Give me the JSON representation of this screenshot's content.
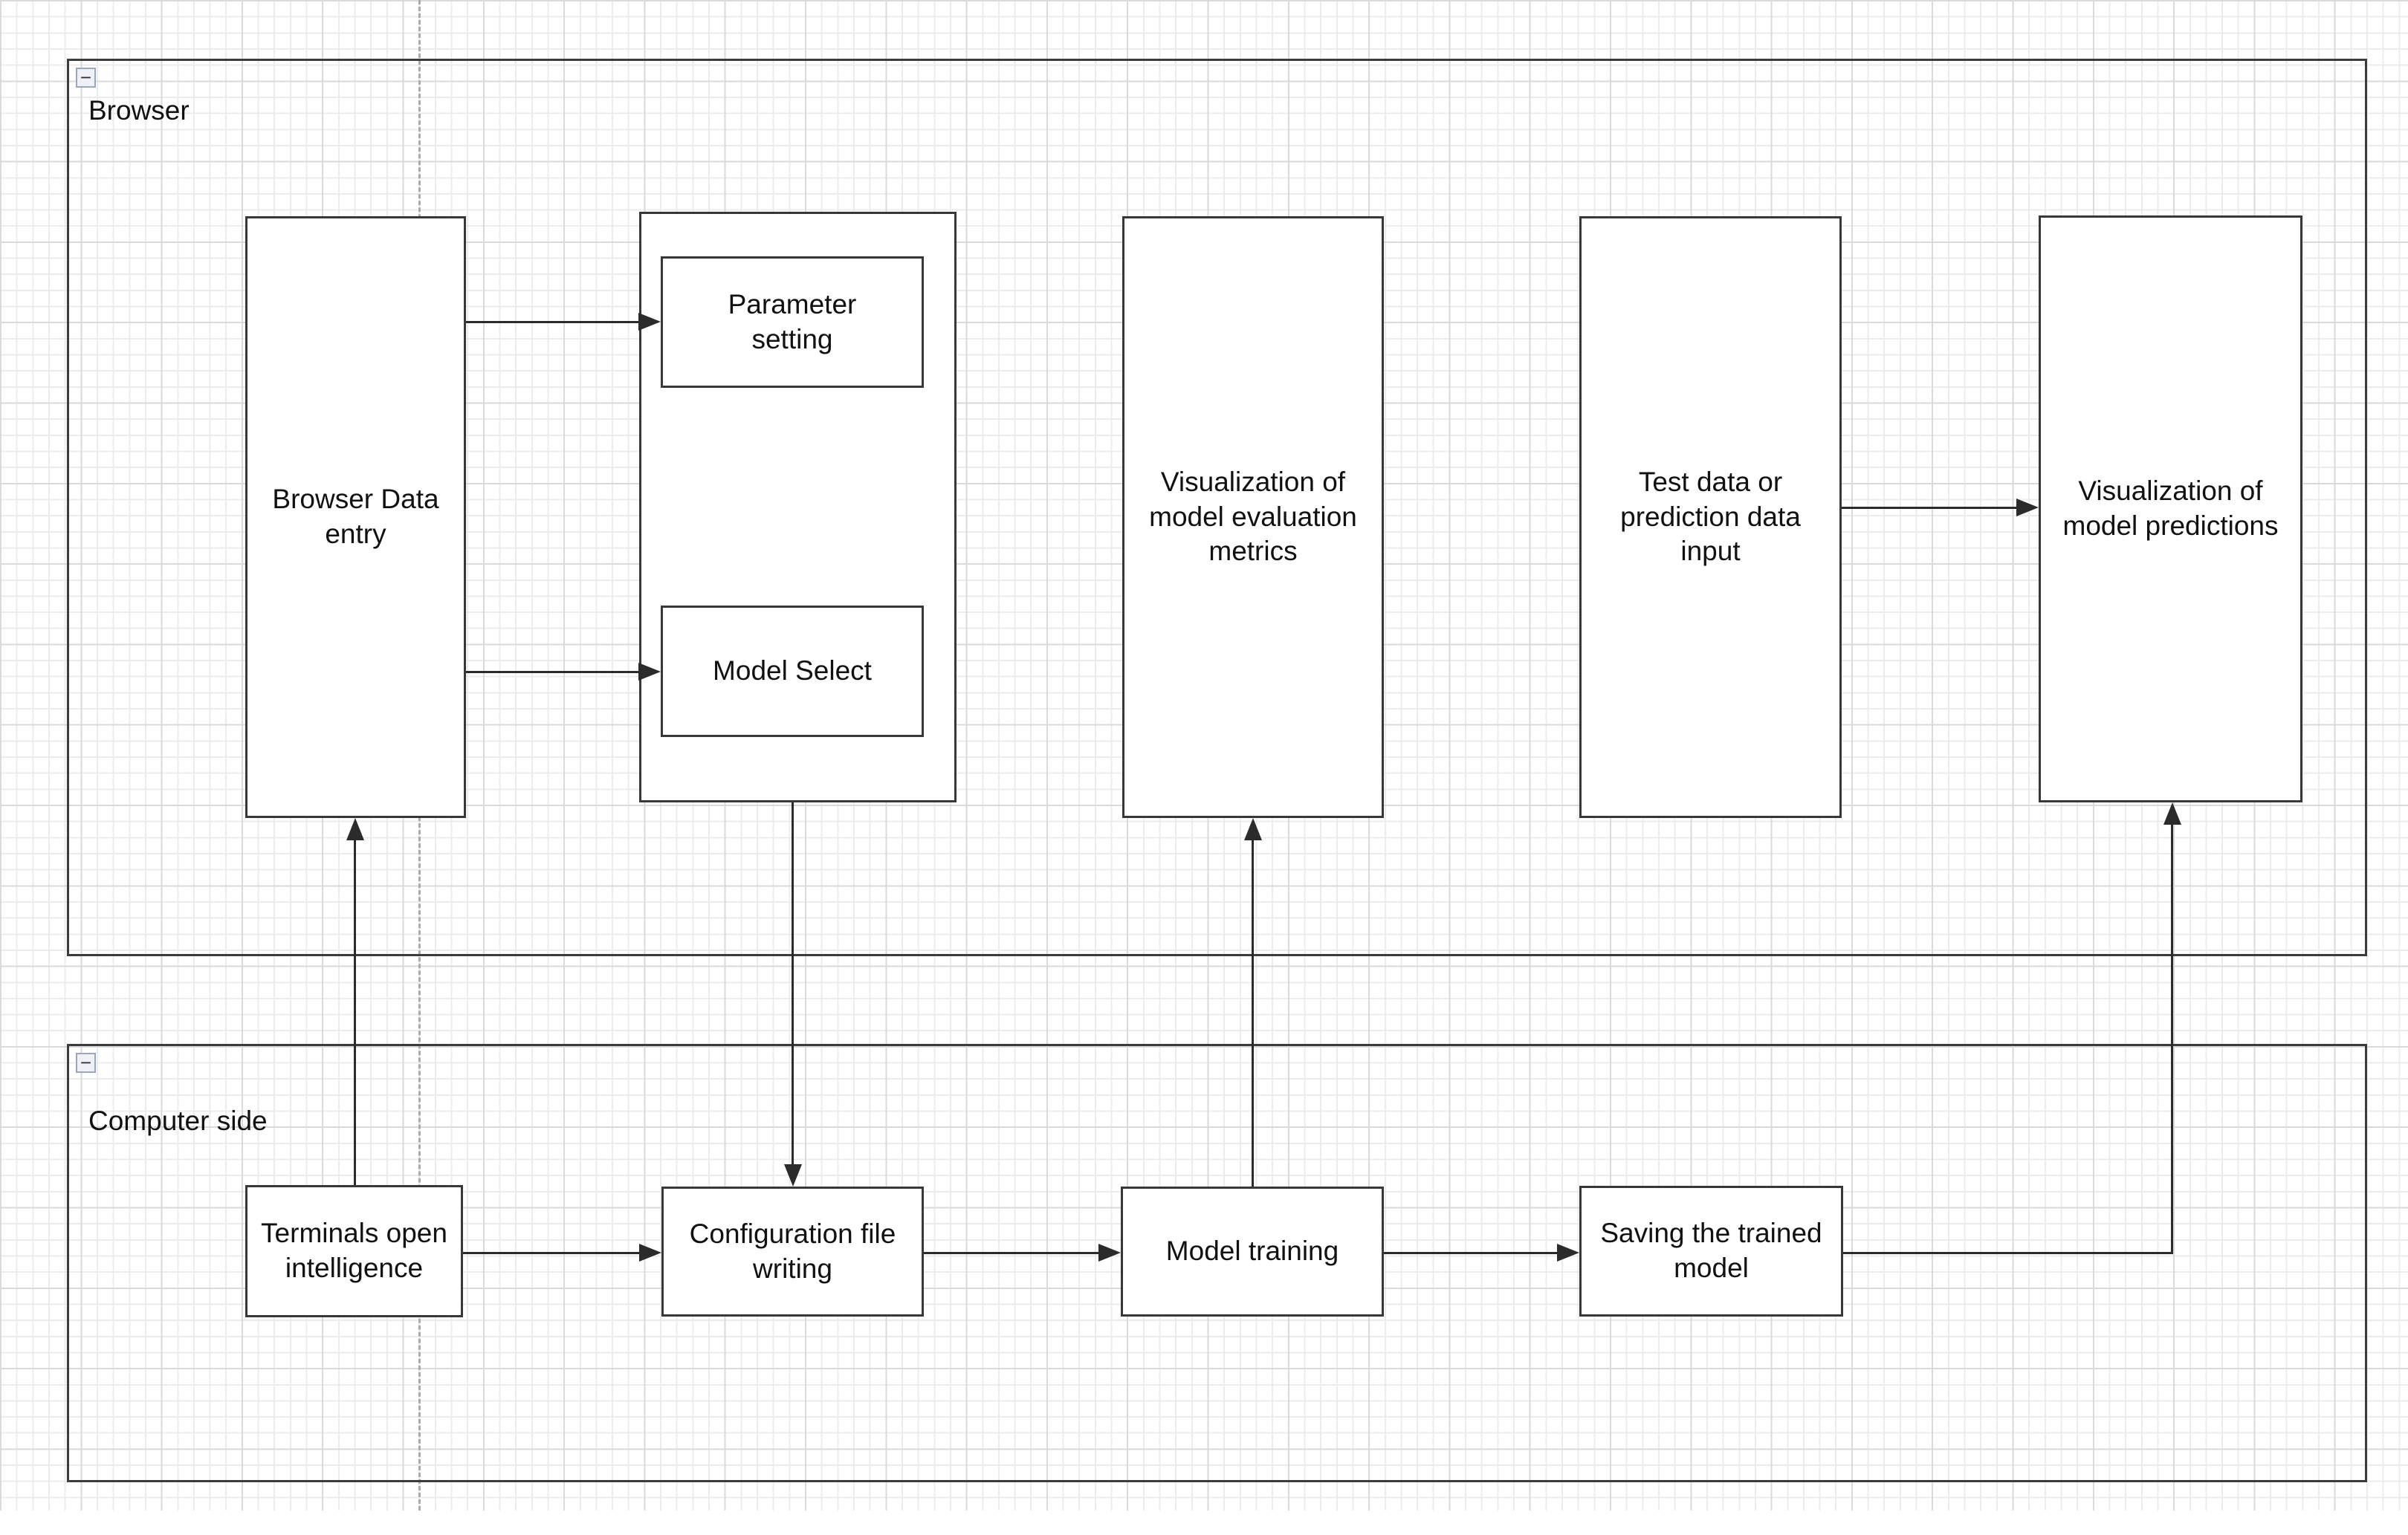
{
  "diagram": {
    "containers": {
      "browser": {
        "label": "Browser",
        "collapse_glyph": "−"
      },
      "computer_side": {
        "label": "Computer side",
        "collapse_glyph": "−"
      }
    },
    "nodes": {
      "browser_data_entry": {
        "label": "Browser Data entry"
      },
      "parameter_setting": {
        "label": "Parameter setting"
      },
      "model_select": {
        "label": "Model Select"
      },
      "visualization_eval": {
        "label": "Visualization of model evaluation metrics"
      },
      "test_data_input": {
        "label": "Test data or prediction data input"
      },
      "visualization_predictions": {
        "label": "Visualization of model predictions"
      },
      "terminals_open_intelligence": {
        "label": "Terminals open intelligence"
      },
      "configuration_file_writing": {
        "label": "Configuration file writing"
      },
      "model_training": {
        "label": "Model training"
      },
      "saving_trained_model": {
        "label": "Saving the trained model"
      }
    },
    "edges": [
      {
        "from": "browser_data_entry",
        "to": "parameter_setting"
      },
      {
        "from": "browser_data_entry",
        "to": "model_select"
      },
      {
        "from": "parameter_model_group",
        "to": "configuration_file_writing"
      },
      {
        "from": "terminals_open_intelligence",
        "to": "browser_data_entry"
      },
      {
        "from": "terminals_open_intelligence",
        "to": "configuration_file_writing"
      },
      {
        "from": "configuration_file_writing",
        "to": "model_training"
      },
      {
        "from": "model_training",
        "to": "visualization_eval"
      },
      {
        "from": "model_training",
        "to": "saving_trained_model"
      },
      {
        "from": "saving_trained_model",
        "to": "visualization_predictions"
      },
      {
        "from": "test_data_input",
        "to": "visualization_predictions"
      }
    ],
    "colors": {
      "shape_border": "#383838",
      "container_border": "#3c3c3c",
      "edge": "#2b2b2b",
      "grid_minor": "#ececec",
      "grid_major": "#dadada",
      "page_boundary_dash": "#ababab",
      "shape_fill": "#ffffff",
      "text": "#111111"
    }
  }
}
